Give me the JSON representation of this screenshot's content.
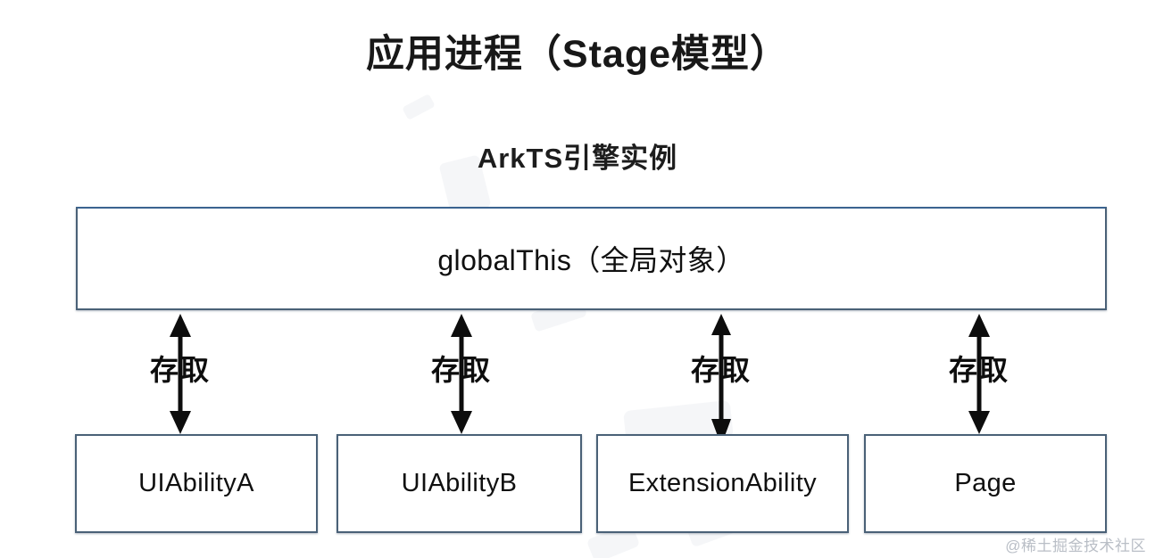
{
  "diagram": {
    "title": "应用进程（Stage模型）",
    "subtitle": "ArkTS引擎实例",
    "global_box": {
      "label": "globalThis（全局对象）"
    },
    "arrows": [
      {
        "label": "存取",
        "direction": "double-vertical"
      },
      {
        "label": "存取",
        "direction": "double-vertical"
      },
      {
        "label": "存取",
        "direction": "double-vertical"
      },
      {
        "label": "存取",
        "direction": "double-vertical"
      }
    ],
    "leaf_boxes": [
      {
        "label": "UIAbilityA"
      },
      {
        "label": "UIAbilityB"
      },
      {
        "label": "ExtensionAbility"
      },
      {
        "label": "Page"
      }
    ],
    "watermark": "@稀土掘金技术社区",
    "colors": {
      "background": "#ffffff",
      "box_border": "#4a6177",
      "global_box_top_border": "#3a6390",
      "text": "#141414",
      "arrow": "#0d0d0d",
      "watermark": "#b9bec6"
    }
  }
}
